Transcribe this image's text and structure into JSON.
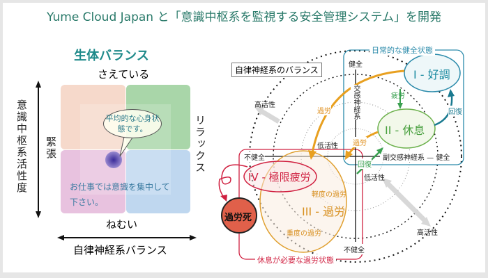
{
  "title": "Yume Cloud Japan と「意識中枢系を監視する安全管理システム」を開発",
  "left": {
    "heading": "生体バランス",
    "top_label": "さえている",
    "bottom_label": "ねむい",
    "left_label": "緊張",
    "right_label": "リラックス",
    "y_axis": "意識中枢系活性度",
    "x_axis": "自律神経系バランス",
    "bubble": "平均的な心身状態です。",
    "message_line1": "お仕事では意識を集中して",
    "message_line2": "下さい。",
    "colors": {
      "tl": "#f6d9cb",
      "tr": "#a9d6a9",
      "bl": "#e8c2df",
      "br": "#bfd7ef",
      "dot": "#5a4aa8"
    }
  },
  "right": {
    "legend_box": "自律神経系のバランス",
    "healthy_zone": "日常的な健全状態",
    "overwork_zone": "休息が必要な過労状態",
    "vertical_top": "健全",
    "vertical_bottom": "不健全",
    "vertical_axis": "交感神経系",
    "horizontal_left": "不健全",
    "horizontal_axis": "副交感神経系 — 健全",
    "high_activity_1": "高活性",
    "low_activity_1": "低活性",
    "low_activity_2": "低活性",
    "high_activity_2": "高活性",
    "state_1": "I - 好調",
    "state_2": "II - 休息",
    "state_3": "III - 過労",
    "state_4": "IV - 極限疲労",
    "death": "過労死",
    "fatigue": "疲労",
    "recovery_1": "回復",
    "recovery_2": "回復",
    "overwork_1": "過労",
    "overwork_2": "過労",
    "mild": "軽度の過労",
    "severe": "重度の過労"
  }
}
